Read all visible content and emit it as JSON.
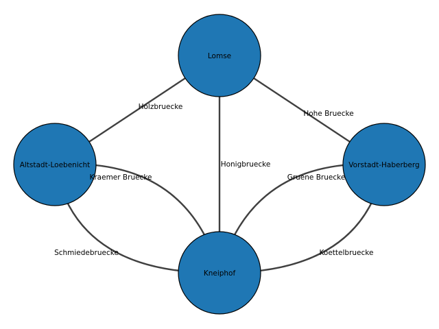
{
  "colors": {
    "node_fill": "#1f77b4",
    "node_stroke": "#000000",
    "edge_stroke": "#404040"
  },
  "nodes": {
    "lomse": "Lomse",
    "altstadt": "Altstadt-Loebenicht",
    "vorstadt": "Vorstadt-Haberberg",
    "kneiphof": "Kneiphof"
  },
  "edges": {
    "holzbruecke": "Holzbruecke",
    "hohe": "Hohe Bruecke",
    "honig": "Honigbruecke",
    "kraemer": "Kraemer Bruecke",
    "gruene": "Gruene Bruecke",
    "schmiede": "Schmiedebruecke",
    "koettel": "Koettelbruecke"
  }
}
